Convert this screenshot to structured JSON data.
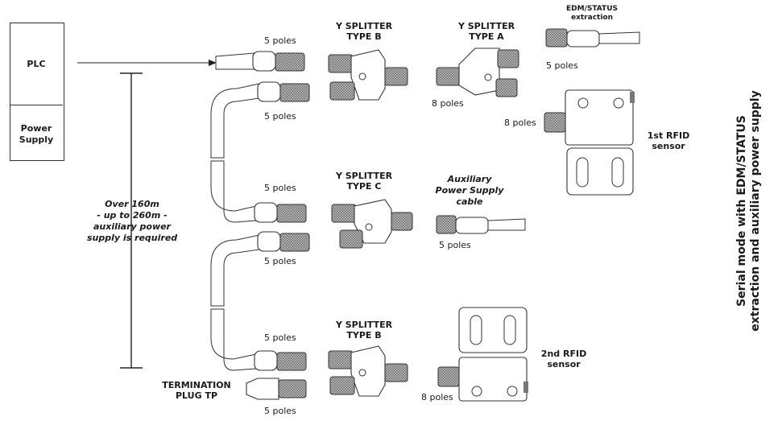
{
  "title": {
    "line1": "Serial mode with EDM/STATUS",
    "line2": "extraction and auxiliary power supply"
  },
  "plc_box": {
    "plc": "PLC",
    "power_supply_line1": "Power",
    "power_supply_line2": "Supply"
  },
  "distance_note": {
    "line1": "Over 160m",
    "line2": "- up to 260m -",
    "line3": "auxiliary power",
    "line4": "supply is required"
  },
  "labels": {
    "poles5": "5 poles",
    "poles8": "8 poles",
    "y_splitter": "Y SPLITTER",
    "type_a": "TYPE A",
    "type_b": "TYPE B",
    "type_c": "TYPE C",
    "edm_line1": "EDM/STATUS",
    "edm_line2": "extraction",
    "aux_line1": "Auxiliary",
    "aux_line2": "Power Supply",
    "aux_line3": "cable",
    "rfid1_line1": "1st RFID",
    "rfid1_line2": "sensor",
    "rfid2_line1": "2nd RFID",
    "rfid2_line2": "sensor",
    "term_line1": "TERMINATION",
    "term_line2": "PLUG TP"
  },
  "icons": [
    "m12-connector-icon",
    "y-splitter-icon",
    "rfid-sensor-icon",
    "rfid-actuator-icon",
    "cable-icon",
    "arrow-icon"
  ]
}
